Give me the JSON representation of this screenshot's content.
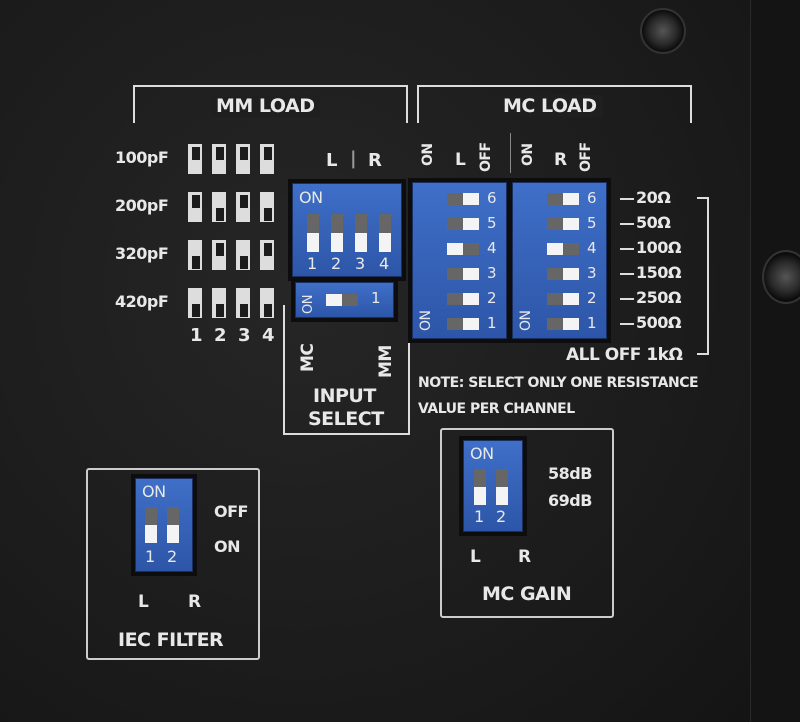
{
  "mm_load": {
    "title": "MM LOAD",
    "rows": [
      {
        "label": "100pF",
        "up": [
          true,
          true,
          true,
          true
        ]
      },
      {
        "label": "200pF",
        "up": [
          true,
          false,
          true,
          false
        ]
      },
      {
        "label": "320pF",
        "up": [
          false,
          true,
          false,
          true
        ]
      },
      {
        "label": "420pF",
        "up": [
          false,
          false,
          false,
          false
        ]
      }
    ],
    "numbers": [
      "1",
      "2",
      "3",
      "4"
    ]
  },
  "lr_header": {
    "l": "L",
    "sep": "|",
    "r": "R"
  },
  "mm_dip": {
    "on": "ON",
    "numbers": [
      "1",
      "2",
      "3",
      "4"
    ],
    "on_state": [
      false,
      false,
      false,
      false
    ]
  },
  "input_select": {
    "on": "ON",
    "number": "1",
    "mc": "MC",
    "mm": "MM",
    "title1": "INPUT",
    "title2": "SELECT",
    "on_state": false
  },
  "mc_load": {
    "title": "MC LOAD",
    "left": {
      "on": "ON",
      "ch": "L",
      "off": "OFF",
      "on_label": "ON",
      "numbers": [
        "6",
        "5",
        "4",
        "3",
        "2",
        "1"
      ],
      "on_state": [
        false,
        false,
        true,
        false,
        false,
        false
      ]
    },
    "right": {
      "on": "ON",
      "ch": "R",
      "off": "OFF",
      "on_label": "ON",
      "numbers": [
        "6",
        "5",
        "4",
        "3",
        "2",
        "1"
      ],
      "on_state": [
        false,
        false,
        true,
        false,
        false,
        false
      ]
    },
    "values": [
      "20Ω",
      "50Ω",
      "100Ω",
      "150Ω",
      "250Ω",
      "500Ω"
    ],
    "all_off": "ALL OFF 1kΩ",
    "note1": "NOTE: SELECT ONLY ONE RESISTANCE",
    "note2": "VALUE PER CHANNEL"
  },
  "mc_gain": {
    "on": "ON",
    "numbers": [
      "1",
      "2"
    ],
    "opt1": "58dB",
    "opt2": "69dB",
    "l": "L",
    "r": "R",
    "title": "MC GAIN",
    "on_state": [
      false,
      false
    ]
  },
  "iec_filter": {
    "on": "ON",
    "numbers": [
      "1",
      "2"
    ],
    "opt1": "OFF",
    "opt2": "ON",
    "l": "L",
    "r": "R",
    "title": "IEC FILTER",
    "on_state": [
      false,
      false
    ]
  },
  "colors": {
    "panel": "#1c1c1c",
    "dip_blue": "#3562b8",
    "label": "#e8e8e8"
  }
}
